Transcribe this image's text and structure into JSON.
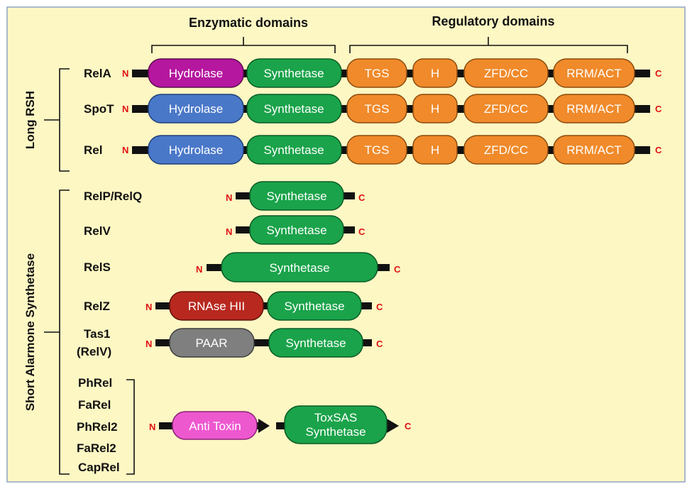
{
  "headers": {
    "enzymatic": "Enzymatic domains",
    "regulatory": "Regulatory domains"
  },
  "groups": {
    "long": "Long RSH",
    "short": "Short Alarmone Synthetase"
  },
  "terminals": {
    "n": "N",
    "c": "C"
  },
  "proteins": {
    "rela": {
      "name": "RelA",
      "domains": [
        "Hydrolase",
        "Synthetase",
        "TGS",
        "H",
        "ZFD/CC",
        "RRM/ACT"
      ]
    },
    "spot": {
      "name": "SpoT",
      "domains": [
        "Hydrolase",
        "Synthetase",
        "TGS",
        "H",
        "ZFD/CC",
        "RRM/ACT"
      ]
    },
    "rel": {
      "name": "Rel",
      "domains": [
        "Hydrolase",
        "Synthetase",
        "TGS",
        "H",
        "ZFD/CC",
        "RRM/ACT"
      ]
    },
    "relpq": {
      "name": "RelP/RelQ",
      "domains": [
        "Synthetase"
      ]
    },
    "relv": {
      "name": "RelV",
      "domains": [
        "Synthetase"
      ]
    },
    "rels": {
      "name": "RelS",
      "domains": [
        "Synthetase"
      ]
    },
    "relz": {
      "name": "RelZ",
      "domains": [
        "RNAse HII",
        "Synthetase"
      ]
    },
    "tas1": {
      "name": "Tas1",
      "name2": "(RelV)",
      "domains": [
        "PAAR",
        "Synthetase"
      ]
    },
    "toxsas": {
      "names": [
        "PhRel",
        "FaRel",
        "PhRel2",
        "FaRel2",
        "CapRel"
      ],
      "antitoxin": "Anti Toxin",
      "toxin_line1": "ToxSAS",
      "toxin_line2": "Synthetase"
    }
  },
  "colors": {
    "background": "#fdf7c3",
    "hydrolase_rela": "#b5179e",
    "hydrolase": "#4a78c9",
    "synthetase": "#1aa34a",
    "regulatory": "#f08a2a",
    "rnase": "#b8281e",
    "paar": "#7f7f7f",
    "antitoxin": "#ee58cf",
    "terminal": "#e01010"
  }
}
